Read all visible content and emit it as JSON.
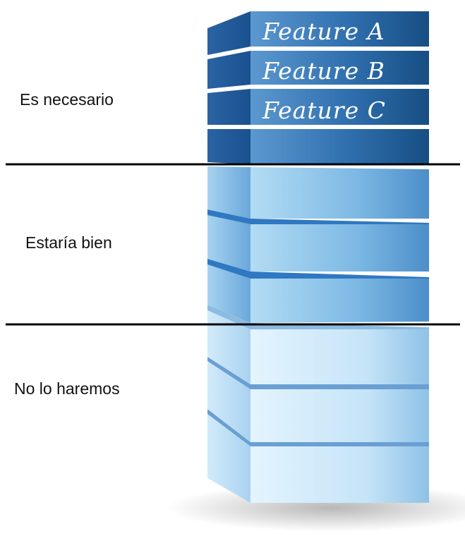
{
  "zones": [
    {
      "label": "Es necesario"
    },
    {
      "label": "Estaría bien"
    },
    {
      "label": "No lo haremos"
    }
  ],
  "features": [
    {
      "label": "Feature A"
    },
    {
      "label": "Feature B"
    },
    {
      "label": "Feature C"
    }
  ],
  "colors": {
    "must_front_light": "#5c98d0",
    "must_front_dark": "#174e83",
    "should_front_light": "#b3dcf4",
    "should_front_dark": "#4c8ec9",
    "wont_front_light": "#e4f4fe",
    "wont_front_dark": "#8ec2e6",
    "divider": "#000000",
    "feature_text": "#ffffff"
  }
}
